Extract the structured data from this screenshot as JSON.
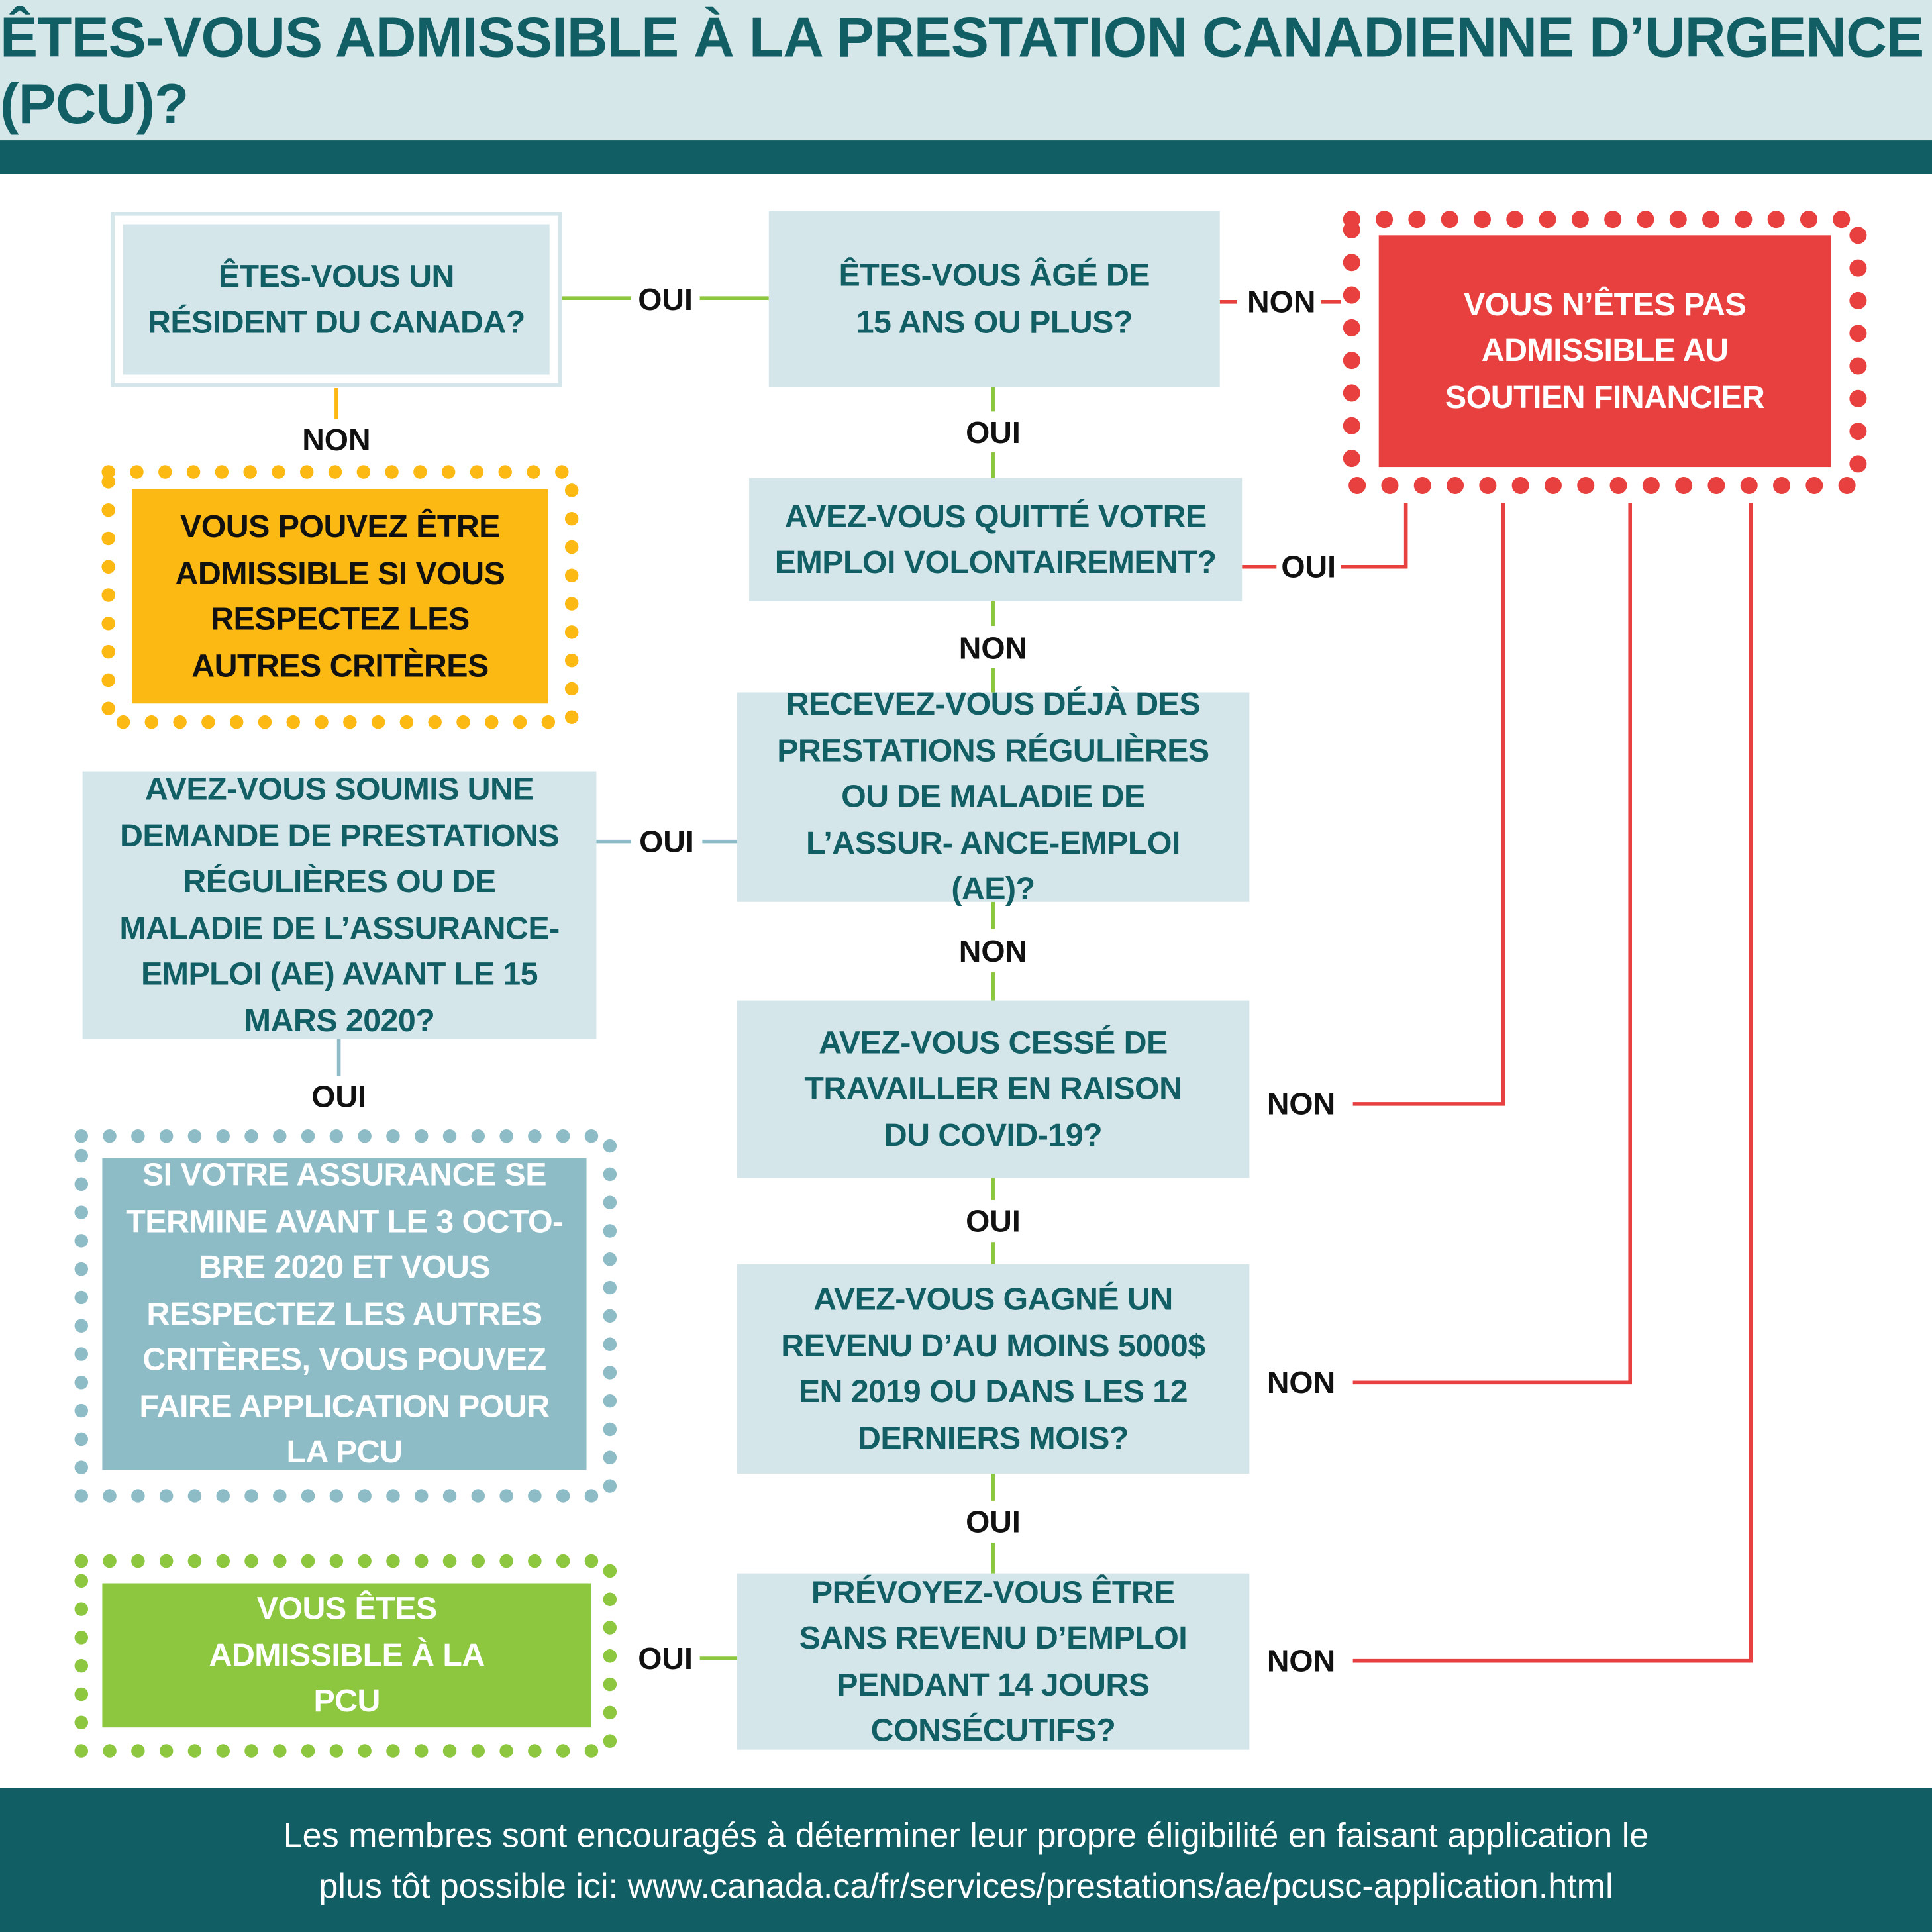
{
  "title": "Êtes-vous admissible à la Prestation canadienne d’urgence (PCU)?",
  "colors": {
    "teal_dark": "#115e64",
    "teal_light": "#d4e6e9",
    "red": "#e8403f",
    "yellow": "#fdb913",
    "green": "#8dc63f",
    "blue_grey": "#8dbcc7"
  },
  "questions": {
    "resident": "Êtes-vous un résident du Canada?",
    "age": "Êtes-vous âgé de 15 ans ou plus?",
    "quit": "Avez-vous quitté votre emploi volontairement?",
    "ae_receiving": "Recevez-vous déjà des prestations régulières ou de maladie de l’assur- ance-emploi (AE)?",
    "ae_applied": "Avez-vous soumis une demande de prestations régulières ou de maladie de l’assurance-emploi (AE) avant le 15 mars 2020?",
    "covid": "Avez-vous cessé de travailler en raison du COVID-19?",
    "income": "Avez-vous gagné un revenu d’au moins 5000$ en 2019 ou dans les 12 derniers mois?",
    "no_income": "Prévoyez-vous être sans revenu d’emploi pendant 14 jours consécutifs?"
  },
  "outcomes": {
    "not_eligible": "Vous n’êtes pas admissible au soutien financier",
    "maybe_eligible": "Vous pouvez être admissible si vous respectez les autres critères",
    "ae_end": "Si votre assurance se termine avant le 3 octo- bre 2020 et vous respectez les autres critères, vous pouvez faire application pour la PCU",
    "eligible": "Vous êtes admissible à la PCU"
  },
  "labels": {
    "yes": "OUI",
    "no": "NON"
  },
  "footer": {
    "line1": "Les membres sont encouragés à déterminer leur propre éligibilité en faisant application le",
    "line2": "plus tôt possible ici: www.canada.ca/fr/services/prestations/ae/pcusc-application.html"
  }
}
